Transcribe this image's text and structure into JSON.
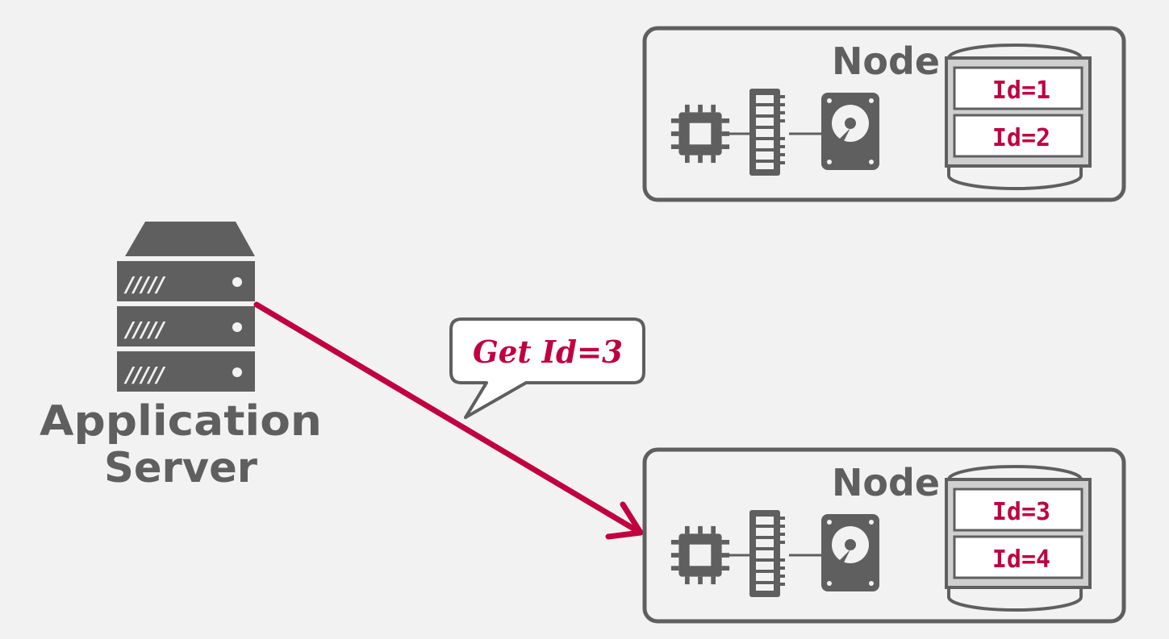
{
  "server": {
    "label_line1": "Application",
    "label_line2": "Server",
    "rack_marks": "/////"
  },
  "request": {
    "label": "Get Id=3"
  },
  "nodes": [
    {
      "label": "Node",
      "records": [
        "Id=1",
        "Id=2"
      ]
    },
    {
      "label": "Node",
      "records": [
        "Id=3",
        "Id=4"
      ]
    }
  ],
  "colors": {
    "background": "#f2f2f2",
    "gray": "#5f5f5f",
    "accent": "#c00040"
  }
}
